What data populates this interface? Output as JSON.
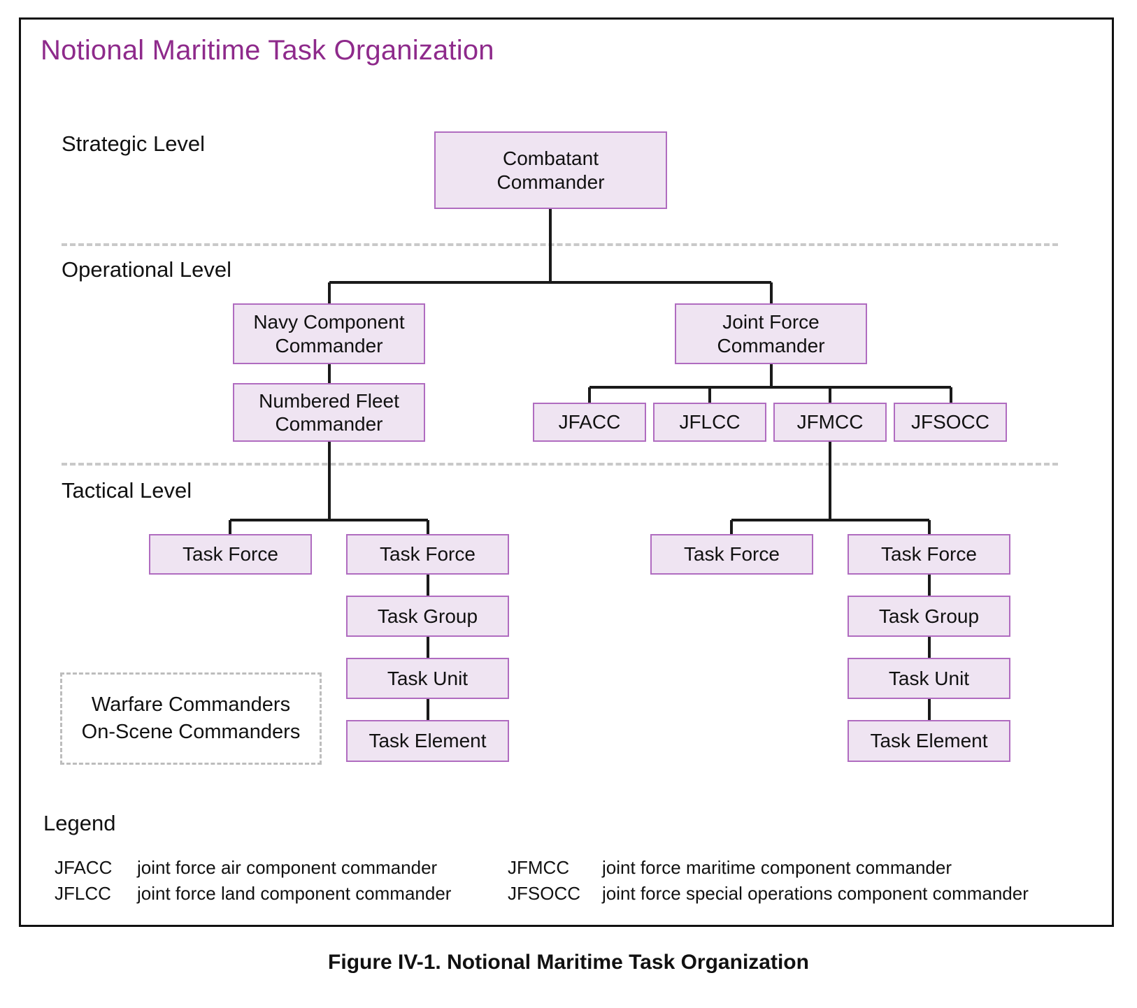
{
  "title": "Notional Maritime Task Organization",
  "caption": "Figure IV-1.  Notional Maritime Task Organization",
  "levels": [
    {
      "label": "Strategic Level"
    },
    {
      "label": "Operational Level"
    },
    {
      "label": "Tactical Level"
    }
  ],
  "nodes": {
    "combatant_commander": "Combatant\nCommander",
    "combatant_commander_line1": "Combatant",
    "combatant_commander_line2": "Commander",
    "navy_component_commander_line1": "Navy Component",
    "navy_component_commander_line2": "Commander",
    "numbered_fleet_commander_line1": "Numbered Fleet",
    "numbered_fleet_commander_line2": "Commander",
    "joint_force_commander_line1": "Joint Force",
    "joint_force_commander_line2": "Commander",
    "jfacc": "JFACC",
    "jflcc": "JFLCC",
    "jfmcc": "JFMCC",
    "jfsocc": "JFSOCC",
    "task_force_navy_left": "Task Force",
    "task_force_navy_right": "Task Force",
    "task_group_navy": "Task Group",
    "task_unit_navy": "Task Unit",
    "task_element_navy": "Task Element",
    "task_force_joint_left": "Task Force",
    "task_force_joint_right": "Task Force",
    "task_group_joint": "Task Group",
    "task_unit_joint": "Task Unit",
    "task_element_joint": "Task Element"
  },
  "warfare_box": {
    "line1": "Warfare Commanders",
    "line2": "On-Scene Commanders"
  },
  "legend": {
    "title": "Legend",
    "entries": [
      {
        "abbr": "JFACC",
        "term": "joint force air component commander"
      },
      {
        "abbr": "JFMCC",
        "term": "joint force maritime component commander"
      },
      {
        "abbr": "JFLCC",
        "term": "joint force land component commander"
      },
      {
        "abbr": "JFSOCC",
        "term": "joint force special operations component commander"
      }
    ]
  },
  "colors": {
    "title": "#8e2a8b",
    "box_fill": "#efe4f2",
    "box_border": "#b06cc0",
    "connector": "#1a1a1a",
    "divider": "#c9c9c9"
  }
}
